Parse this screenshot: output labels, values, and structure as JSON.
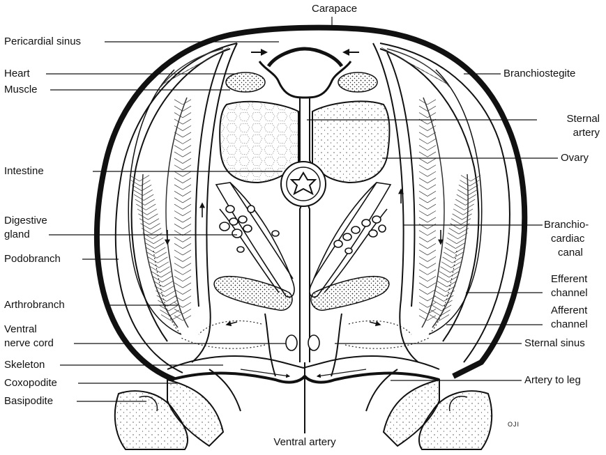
{
  "labels": {
    "carapace": "Carapace",
    "pericardial_sinus": "Pericardial sinus",
    "heart": "Heart",
    "muscle": "Muscle",
    "branchiostegite": "Branchiostegite",
    "sternal_artery_1": "Sternal",
    "sternal_artery_2": "artery",
    "intestine": "Intestine",
    "ovary": "Ovary",
    "digestive_gland_1": "Digestive",
    "digestive_gland_2": "gland",
    "branchiocardiac_1": "Branchio-",
    "branchiocardiac_2": "cardiac",
    "branchiocardiac_3": "canal",
    "podobranch": "Podobranch",
    "efferent_1": "Efferent",
    "efferent_2": "channel",
    "arthrobranch": "Arthrobranch",
    "afferent_1": "Afferent",
    "afferent_2": "channel",
    "ventral_nerve_cord_1": "Ventral",
    "ventral_nerve_cord_2": "nerve cord",
    "sternal_sinus": "Sternal sinus",
    "skeleton": "Skeleton",
    "coxopodite": "Coxopodite",
    "artery_to_leg": "Artery to leg",
    "basipodite": "Basipodite",
    "ventral_artery": "Ventral artery",
    "artist_mark": "OJI"
  }
}
